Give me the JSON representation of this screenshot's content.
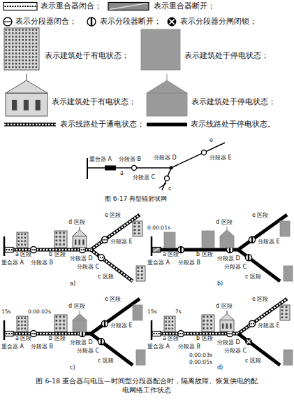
{
  "diagram": {
    "caption": "图 6-18 重合器与电压—时间型分段器配合时，隔离故障、恢复供电的配电网络工作状态",
    "labels": [
      "重合器 A",
      "a",
      "分段器 B",
      "分段器 D",
      "e",
      "分段器 E",
      "分段器 C",
      "c",
      "图 6-17 典型辐射状网",
      "重合器 A",
      "a 区段",
      "分段器 B",
      "b 区段",
      "分段器 D",
      "d 区段",
      "分段器 E",
      "e 区段",
      "分段器 C",
      "c 区段",
      "a)",
      "重合器 A",
      "a 区段",
      "分段器 B",
      "b 区段",
      "分段器 D",
      "d 区段",
      "分段器 E",
      "e 区段",
      "分段器 C",
      "c 区段",
      "b)",
      "0:00:01s",
      "重合器 A",
      "a 区段",
      "分段器 B",
      "b 区段",
      "分段器 D",
      "d 区段",
      "分段器 E",
      "e 区段",
      "分段器 C",
      "c 区段",
      "c)",
      "15s",
      "0:00:02s",
      "重合器 A",
      "a 区段",
      "分段器 B",
      "b 区段",
      "分段器 D",
      "d 区段",
      "分段器 E",
      "e 区段",
      "分段器 C",
      "c 区段",
      "d)",
      "15s",
      "7s",
      "0:00:03s",
      "0:00:05s"
    ],
    "legend": [
      {
        "text": "表示重合器闭合；"
      },
      {
        "text": "表示重合器断开；"
      },
      {
        "text": "表示分段器闭合；"
      },
      {
        "text": "表示分段器断开；"
      },
      {
        "text": "表示分段器分闸闭锁；"
      },
      {
        "text": "表示建筑处于有电状态；"
      },
      {
        "text": "表示建筑处于停电状态；"
      },
      {
        "text": "表示建筑处于有电状态；"
      },
      {
        "text": "表示建筑处于停电状态；"
      },
      {
        "text": "表示线路处于通电状态；"
      },
      {
        "text": "表示线路处于停电状态。"
      }
    ]
  }
}
